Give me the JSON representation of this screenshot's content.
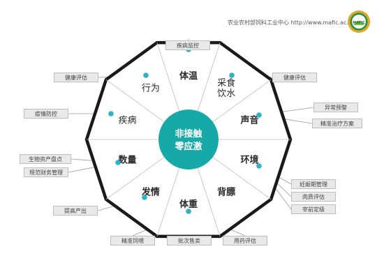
{
  "header": {
    "site_text": "农业农村部饲料工业中心  http://www.mafic.ac.cn",
    "logo_text": "MAFIC"
  },
  "center": {
    "line1": "非接触",
    "line2": "零应激"
  },
  "sectors": [
    {
      "key": "tiwen",
      "text": "体温",
      "bold": true
    },
    {
      "key": "caishi",
      "text": "采食\n饮水",
      "bold": false
    },
    {
      "key": "shengyin",
      "text": "声音",
      "bold": true
    },
    {
      "key": "huanjing",
      "text": "环境",
      "bold": true
    },
    {
      "key": "beibiao",
      "text": "背膘",
      "bold": true
    },
    {
      "key": "tizhong",
      "text": "体重",
      "bold": true
    },
    {
      "key": "faqing",
      "text": "发情",
      "bold": true
    },
    {
      "key": "shuliang",
      "text": "数量",
      "bold": true
    },
    {
      "key": "jibing",
      "text": "疾病",
      "bold": false
    },
    {
      "key": "xingwei",
      "text": "行为",
      "bold": false
    }
  ],
  "labels": {
    "jibingjiankong": "疾病监控",
    "jiankangpinggu_left": "健康评估",
    "jiankangpinggu_right": "健康评估",
    "yiqingfangkong": "疫情防控",
    "yichangyujing": "异常预警",
    "jingzhunzhiliao": "精准治疗方案",
    "shengwuzichan": "生物资产盘点",
    "guifancaiwu": "规范财务管理",
    "renshenqi": "妊娠期管理",
    "rouzhipinggu": "肉质评估",
    "jiaqiandingji": "宰前定级",
    "tigaochanchu": "提高产出",
    "jingzhunsiwei": "精准饲喂",
    "picishoumai": "批次售卖",
    "yongyaopinggu": "用药评估"
  },
  "colors": {
    "teal": "#17a9a7",
    "dot": "#2bb3cc",
    "border": "#1a1a1a",
    "label_bg": "#e9e9e9"
  }
}
